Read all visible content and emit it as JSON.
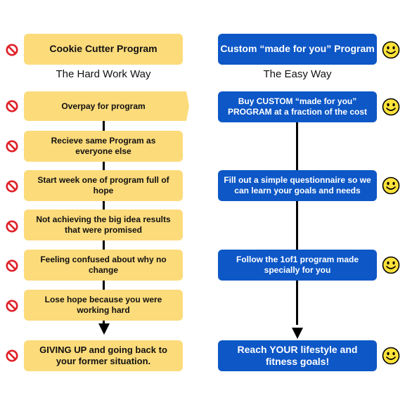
{
  "left_column": {
    "header": "Cookie Cutter Program",
    "subtitle": "The Hard Work Way",
    "steps": [
      "Overpay for program",
      "Recieve same Program as everyone else",
      "Start week one of program full of hope",
      "Not achieving the big idea results that were promised",
      "Feeling confused about why no change",
      "Lose hope because you were working hard",
      "GIVING UP and going back to your former situation."
    ]
  },
  "right_column": {
    "header": "Custom “made for you” Program",
    "subtitle": "The Easy Way",
    "steps": [
      "Buy CUSTOM “made for you” PROGRAM at a fraction of the cost",
      "Fill out a simple questionnaire so we can learn your goals and needs",
      "Follow the 1of1 program made specially for you",
      "Reach YOUR lifestyle and fitness goals!"
    ]
  },
  "colors": {
    "yellow_box": "#FCDB7B",
    "blue_box": "#0D57C7",
    "no_icon": "#E0222A",
    "smiley": "#FFE23A"
  },
  "icons": {
    "left": "no-entry-icon",
    "right": "smiley-face-icon"
  }
}
